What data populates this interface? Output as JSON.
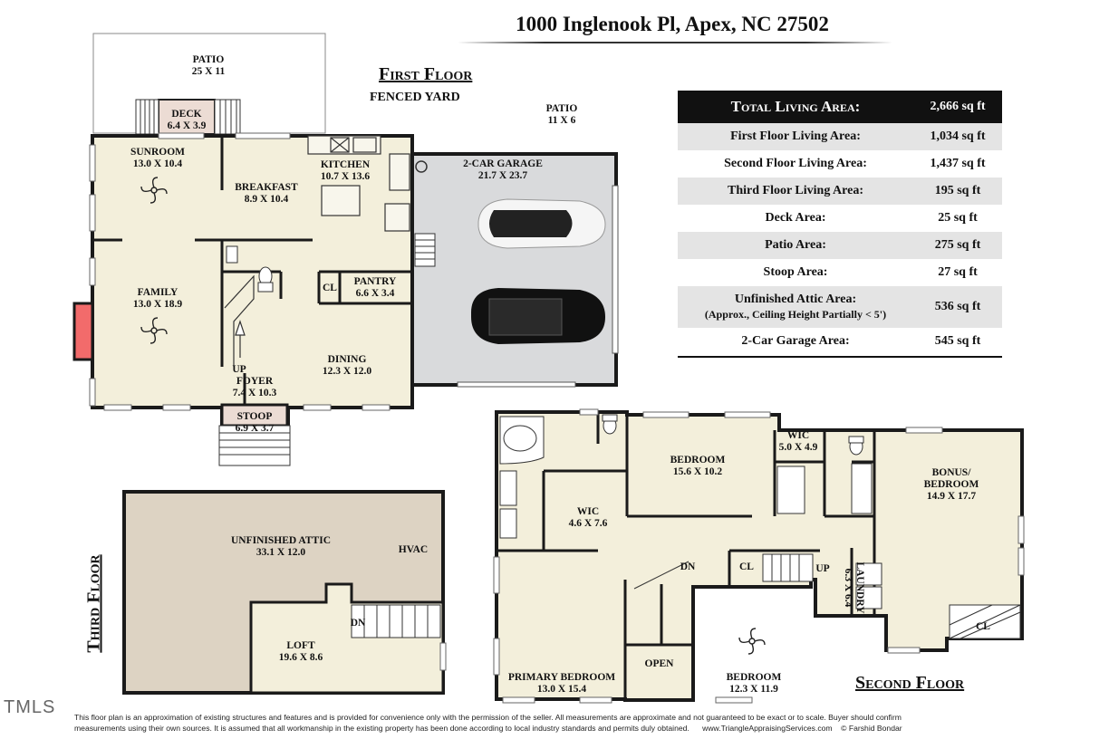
{
  "title": "1000 Inglenook Pl, Apex, NC 27502",
  "labels": {
    "first_floor": "First Floor",
    "second_floor": "Second Floor",
    "third_floor": "Third Floor",
    "fenced_yard": "FENCED YARD"
  },
  "rooms": {
    "patio_main": {
      "name": "PATIO",
      "dim": "25 X 11"
    },
    "deck": {
      "name": "DECK",
      "dim": "6.4 X 3.9"
    },
    "sunroom": {
      "name": "SUNROOM",
      "dim": "13.0 X 10.4"
    },
    "breakfast": {
      "name": "BREAKFAST",
      "dim": "8.9 X 10.4"
    },
    "kitchen": {
      "name": "KITCHEN",
      "dim": "10.7 X 13.6"
    },
    "patio_small": {
      "name": "PATIO",
      "dim": "11 X 6"
    },
    "garage": {
      "name": "2-CAR GARAGE",
      "dim": "21.7 X 23.7"
    },
    "family": {
      "name": "FAMILY",
      "dim": "13.0 X 18.9"
    },
    "pantry": {
      "name": "PANTRY",
      "dim": "6.6 X 3.4"
    },
    "cl_first": {
      "name": "CL"
    },
    "dining": {
      "name": "DINING",
      "dim": "12.3 X 12.0"
    },
    "foyer": {
      "name": "FOYER",
      "dim": "7.4 X 10.3"
    },
    "up_first": {
      "name": "UP"
    },
    "stoop": {
      "name": "STOOP",
      "dim": "6.9 X 3.7"
    },
    "attic": {
      "name": "UNFINISHED ATTIC",
      "dim": "33.1 X 12.0"
    },
    "hvac": {
      "name": "HVAC"
    },
    "loft": {
      "name": "LOFT",
      "dim": "19.6 X 8.6"
    },
    "dn_third": {
      "name": "DN"
    },
    "bedroom_top": {
      "name": "BEDROOM",
      "dim": "15.6 X 10.2"
    },
    "wic_small": {
      "name": "WIC",
      "dim": "5.0 X 4.9"
    },
    "bonus": {
      "name": "BONUS/\nBEDROOM",
      "dim": "14.9 X 17.7"
    },
    "wic_primary": {
      "name": "WIC",
      "dim": "4.6 X 7.6"
    },
    "dn_second": {
      "name": "DN"
    },
    "cl_second": {
      "name": "CL"
    },
    "up_second": {
      "name": "UP"
    },
    "laundry": {
      "name": "LAUNDRY",
      "dim": "6.3 X 6.4"
    },
    "cl_bonus": {
      "name": "CL"
    },
    "primary_bedroom": {
      "name": "PRIMARY BEDROOM",
      "dim": "13.0 X 15.4"
    },
    "open": {
      "name": "OPEN"
    },
    "bedroom_bottom": {
      "name": "BEDROOM",
      "dim": "12.3 X 11.9"
    }
  },
  "area_table": {
    "total": {
      "label": "Total Living Area:",
      "value": "2,666 sq ft"
    },
    "rows": [
      {
        "label": "First Floor Living Area:",
        "value": "1,034 sq ft"
      },
      {
        "label": "Second Floor Living Area:",
        "value": "1,437 sq ft"
      },
      {
        "label": "Third Floor Living Area:",
        "value": "195 sq ft"
      },
      {
        "label": "Deck Area:",
        "value": "25 sq ft"
      },
      {
        "label": "Patio Area:",
        "value": "275 sq ft"
      },
      {
        "label": "Stoop Area:",
        "value": "27 sq ft"
      }
    ],
    "attic": {
      "label": "Unfinished Attic Area:",
      "note": "(Approx., Ceiling Height Partially < 5')",
      "value": "536 sq ft"
    },
    "garage": {
      "label": "2-Car Garage Area:",
      "value": "545 sq ft"
    }
  },
  "disclaimer": {
    "line1": "This floor plan is an approximation of existing structures and features and is provided for convenience only with the permission of the seller.  All measurements are approximate and not guaranteed to be exact or to scale.  Buyer should confirm",
    "line2": "measurements using their own sources.  It is assumed that all workmanship in the existing property has been done according to local industry standards and permits duly obtained.",
    "website": "www.TriangleAppraisingServices.com",
    "copyright": "© Farshid Bondar"
  },
  "watermark": "TMLS",
  "colors": {
    "floor_fill": "#f3efdb",
    "attic_fill": "#ddd3c3",
    "garage_fill": "#d9dadc",
    "deck_fill": "#ecdcd4",
    "fireplace": "#f26b6b",
    "wall": "#1a1a1a"
  }
}
